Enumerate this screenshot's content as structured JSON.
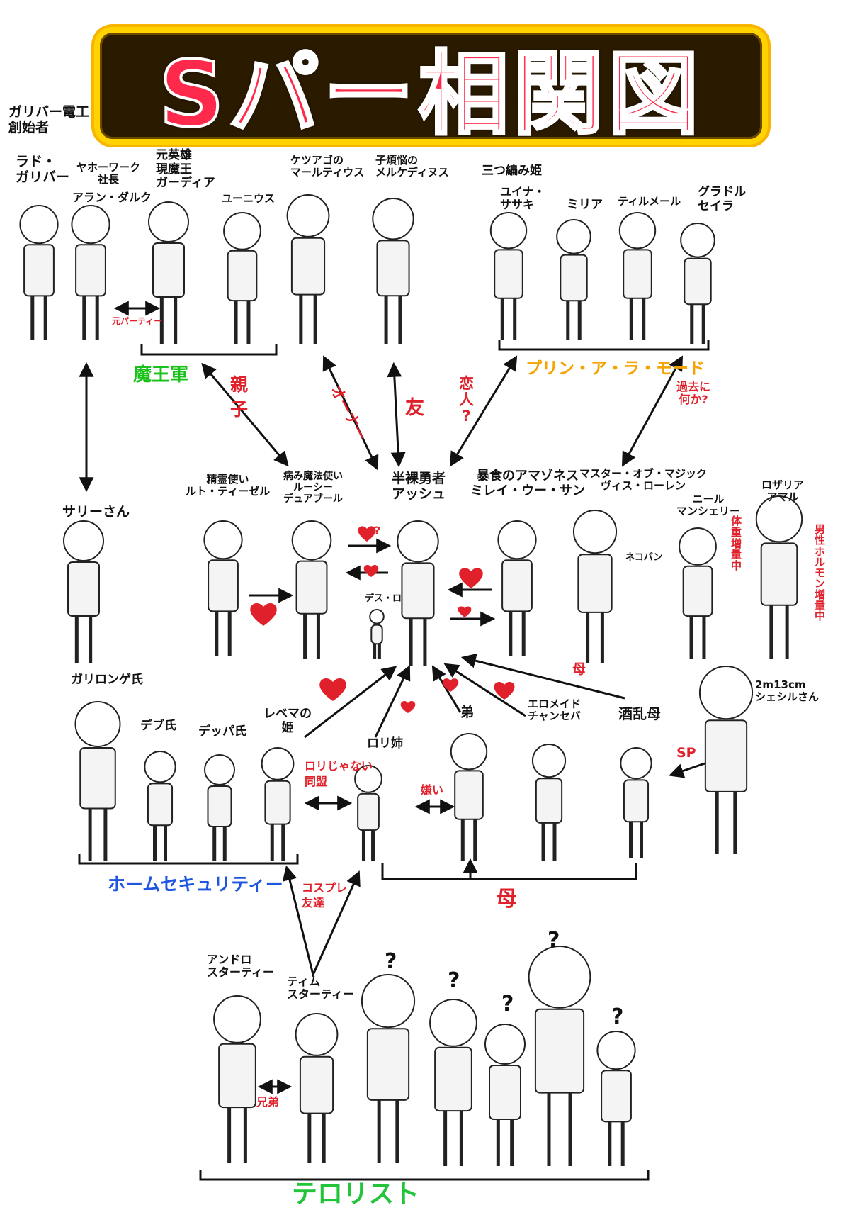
{
  "title": "Sパー相関図",
  "colors": {
    "title_red": "#ff2a4b",
    "title_frame": "#ffd200",
    "relation_red": "#e0202a",
    "maou_green": "#19c21a",
    "purin_orange": "#f5a300",
    "home_blue": "#1f56e0",
    "terror_green": "#22c43a"
  },
  "groups": {
    "maou": "魔王軍",
    "purin": "プリン・ア・ラ・モード",
    "home": "ホームセキュリティー",
    "terror": "テロリスト"
  },
  "characters": {
    "founder": "ガリバー電工\n創始者",
    "rad": "ラド・\nガリバー",
    "yaho_title": "ヤホーワーク\n社長",
    "alan": "アラン・ダルク",
    "gardia": "元英雄\n現魔王\nガーディア",
    "eunius": "ユーニウス",
    "martius": "ケツアゴの\nマールティウス",
    "merkedinus": "子煩悩の\nメルケディヌス",
    "mitsuami": "三つ編み姫",
    "yuina": "ユイナ・\nササキ",
    "milia": "ミリア",
    "tilmeal": "ティルメール",
    "seira": "グラドル\nセイラ",
    "sally": "サリーさん",
    "lut": "精霊使い\nルト・ティーゼル",
    "lucy": "病み魔法使い\nルーシー\nデュアブール",
    "ash": "半裸勇者\nアッシュ",
    "mirei": "暴食のアマゾネス\nミレイ・ウー・サン",
    "vis": "マスター・オブ・マジック\nヴィス・ローレン",
    "nekopan": "ネコパン",
    "neal": "ニール\nマンシェリー",
    "rosalia": "ロザリア\nアマル",
    "death": "デス・ロ",
    "garilong": "ガリロンゲ氏",
    "debu": "デブ氏",
    "deppa": "デッパ氏",
    "revema": "レベマの\n姫",
    "roli": "ロリ姉",
    "otouto": "弟",
    "ero_maid": "エロメイド\nチャンセバ",
    "sakemo": "酒乱母",
    "cecil": "2m13cm\nシェシルさん",
    "andro": "アンドロ\nスターティー",
    "tim": "ティム\nスターティー"
  },
  "relations": {
    "moto_party": "元パーティー",
    "oyako": "親\n子",
    "owner": "オーナー",
    "tomo": "友",
    "koibito": "恋\n人\n?",
    "kako": "過去に\n何か?",
    "heart_q": "?",
    "weight": "体\n重\n増\n量\n中",
    "hormone": "男\n性\nホ\nル\nモ\nン\n増\n量\n中",
    "haha_top": "母",
    "sp": "SP",
    "lolinai": "ロリじゃない\n同盟",
    "kirai": "嫌い",
    "cosplay": "コスプレ\n友達",
    "haha_bottom": "母",
    "kyoudai": "兄弟",
    "unknown": "?"
  }
}
